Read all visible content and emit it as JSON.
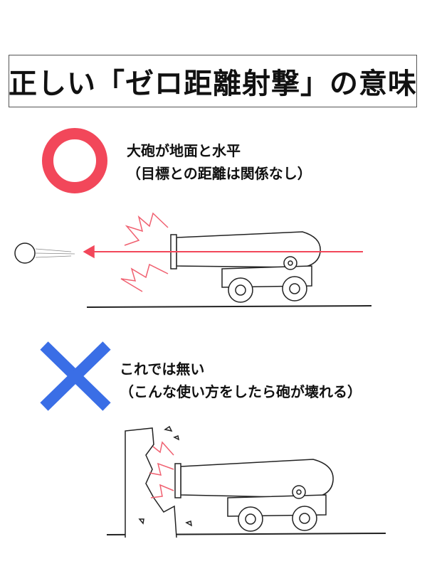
{
  "title": "正しい「ゼロ距離射撃」の意味",
  "correct": {
    "mark": "circle",
    "line1": "大砲が地面と水平",
    "line2": "（目標との距離は関係なし）"
  },
  "wrong": {
    "mark": "cross",
    "line1": "これでは無い",
    "line2": "（こんな使い方をしたら砲が壊れる）"
  },
  "colors": {
    "circle": "#f2475a",
    "cross": "#3a6ee6",
    "arrow": "#f2475a",
    "burst": "#f06070"
  }
}
